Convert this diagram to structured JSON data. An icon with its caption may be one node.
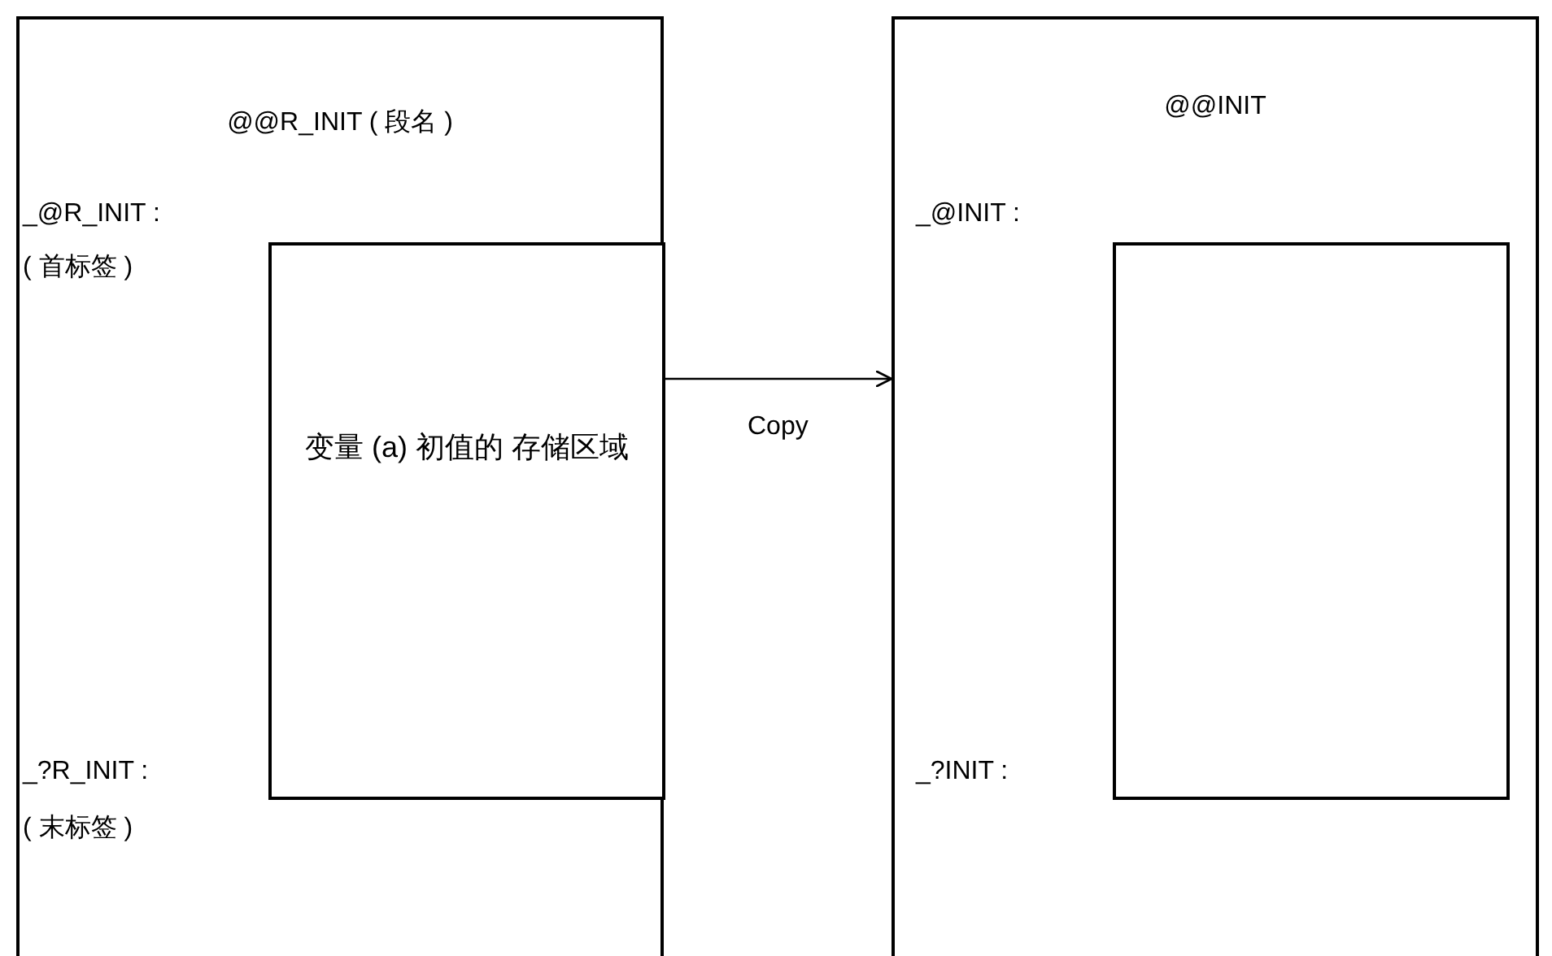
{
  "diagram": {
    "nodes": [
      {
        "text": [
          "@@R_INIT ( 段名 )",
          "_@R_INIT :",
          "( 首标签 )",
          "_?R_INIT :",
          "( 末标签 )"
        ]
      },
      {
        "text": [
          "变量 (a) 初值的 存储区域"
        ],
        "in": 0
      },
      {
        "text": [
          "@@INIT",
          "_@INIT :",
          "_?INIT :"
        ]
      },
      {
        "text": [],
        "shape": "box",
        "in": 2
      }
    ],
    "edges": [
      {
        "from": 0,
        "to": 2,
        "arrow": "to",
        "label": "Copy"
      }
    ]
  }
}
